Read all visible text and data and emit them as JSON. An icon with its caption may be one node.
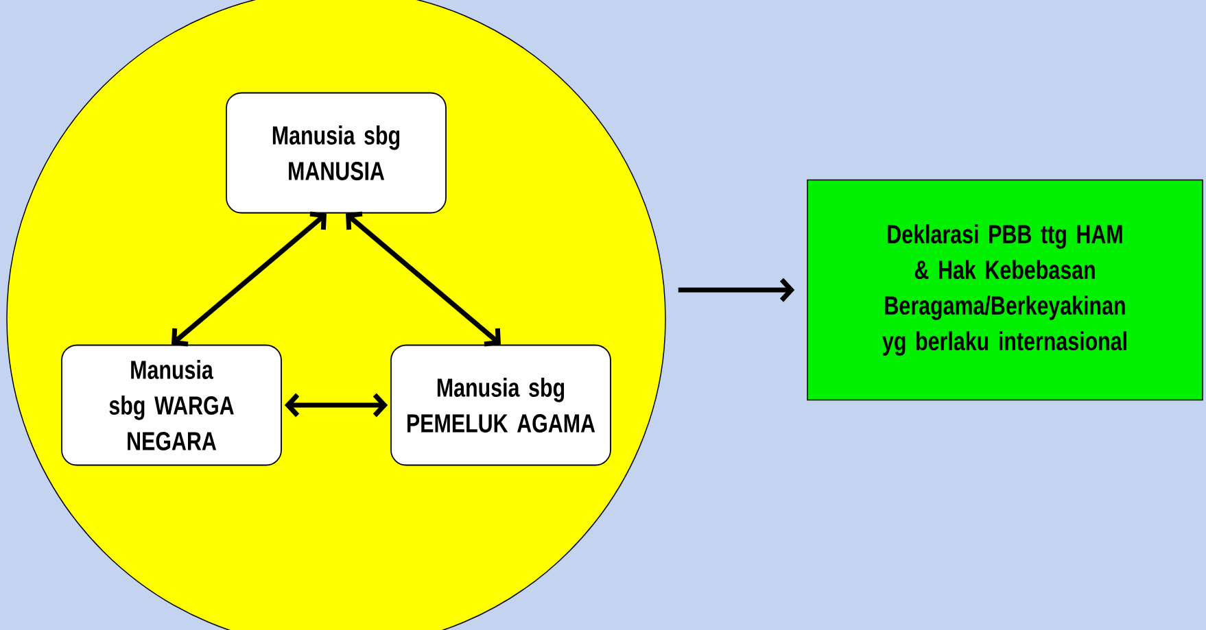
{
  "diagram": {
    "nodes": [
      {
        "text": [],
        "shape": "circle"
      },
      {
        "text": [
          "Manusia sbg MANUSIA"
        ],
        "in": 0
      },
      {
        "text": [
          "Manusia sbg WARGA NEGARA"
        ],
        "in": 0
      },
      {
        "text": [
          "Manusia sbg PEMELUK AGAMA"
        ],
        "in": 0
      },
      {
        "text": [
          "Deklarasi PBB ttg HAM & Hak Kebebasan Beragama/Berkeyakinan yg berlaku internasional"
        ]
      }
    ],
    "edges": [
      {
        "from": 1,
        "to": 2,
        "arrow": "both"
      },
      {
        "from": 1,
        "to": 3,
        "arrow": "both"
      },
      {
        "from": 2,
        "to": 3,
        "arrow": "both"
      },
      {
        "from": 0,
        "to": 4,
        "arrow": "to"
      }
    ]
  }
}
